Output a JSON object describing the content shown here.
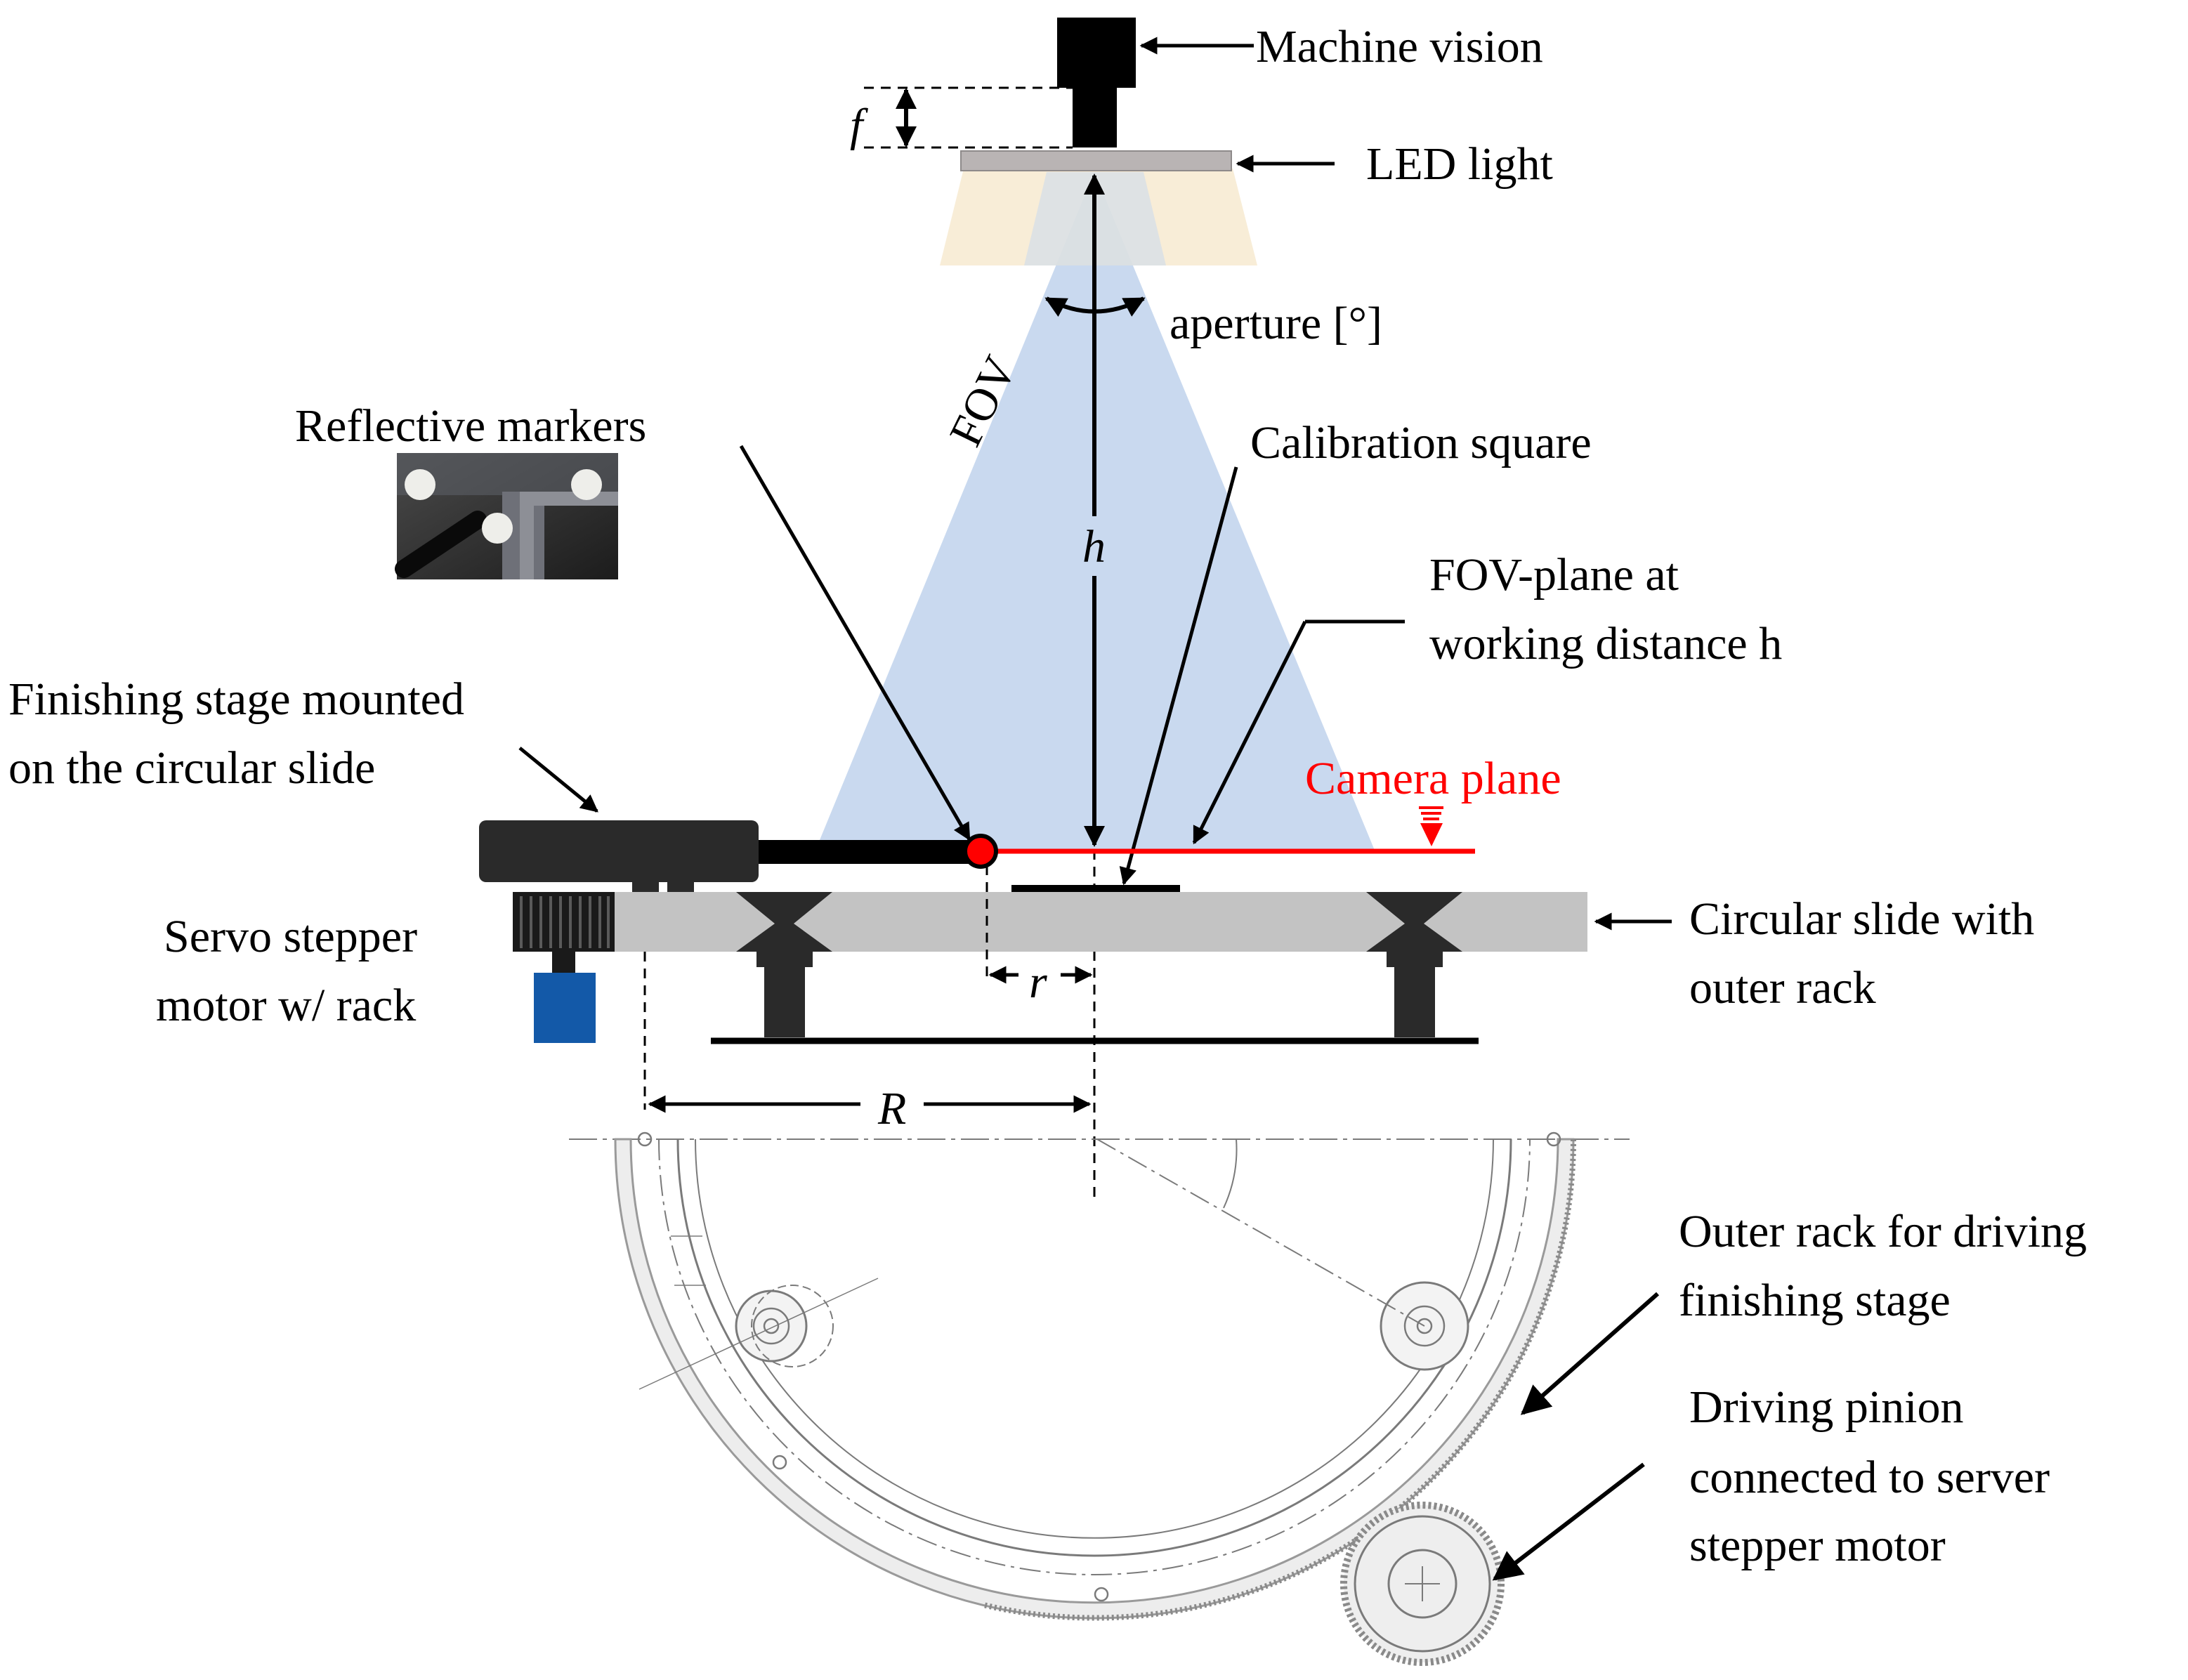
{
  "labels": {
    "machine_vision": "Machine vision",
    "led_light": "LED light",
    "f": "f",
    "aperture": "aperture [°]",
    "fov": "FOV",
    "h": "h",
    "reflective_markers": "Reflective markers",
    "calibration_square": "Calibration square",
    "fov_plane_1": "FOV-plane at",
    "fov_plane_2": "working distance h",
    "finishing_stage_1": "Finishing stage mounted",
    "finishing_stage_2": "on the circular slide",
    "camera_plane": "Camera plane",
    "servo_1": "Servo stepper",
    "servo_2": "motor w/ rack",
    "circular_slide_1": "Circular slide with",
    "circular_slide_2": "outer rack",
    "r": "r",
    "R": "R",
    "outer_rack_1": "Outer rack for driving",
    "outer_rack_2": "finishing stage",
    "pinion_1": "Driving pinion",
    "pinion_2": "connected to server",
    "pinion_3": "stepper motor"
  },
  "colors": {
    "fov_cone": "#c9d9ef",
    "led_glow": "#f7ead0",
    "camera_plane": "#ff0000",
    "slide": "#c3c3c3",
    "dark": "#2a2a2a",
    "motor": "#1359a8"
  }
}
